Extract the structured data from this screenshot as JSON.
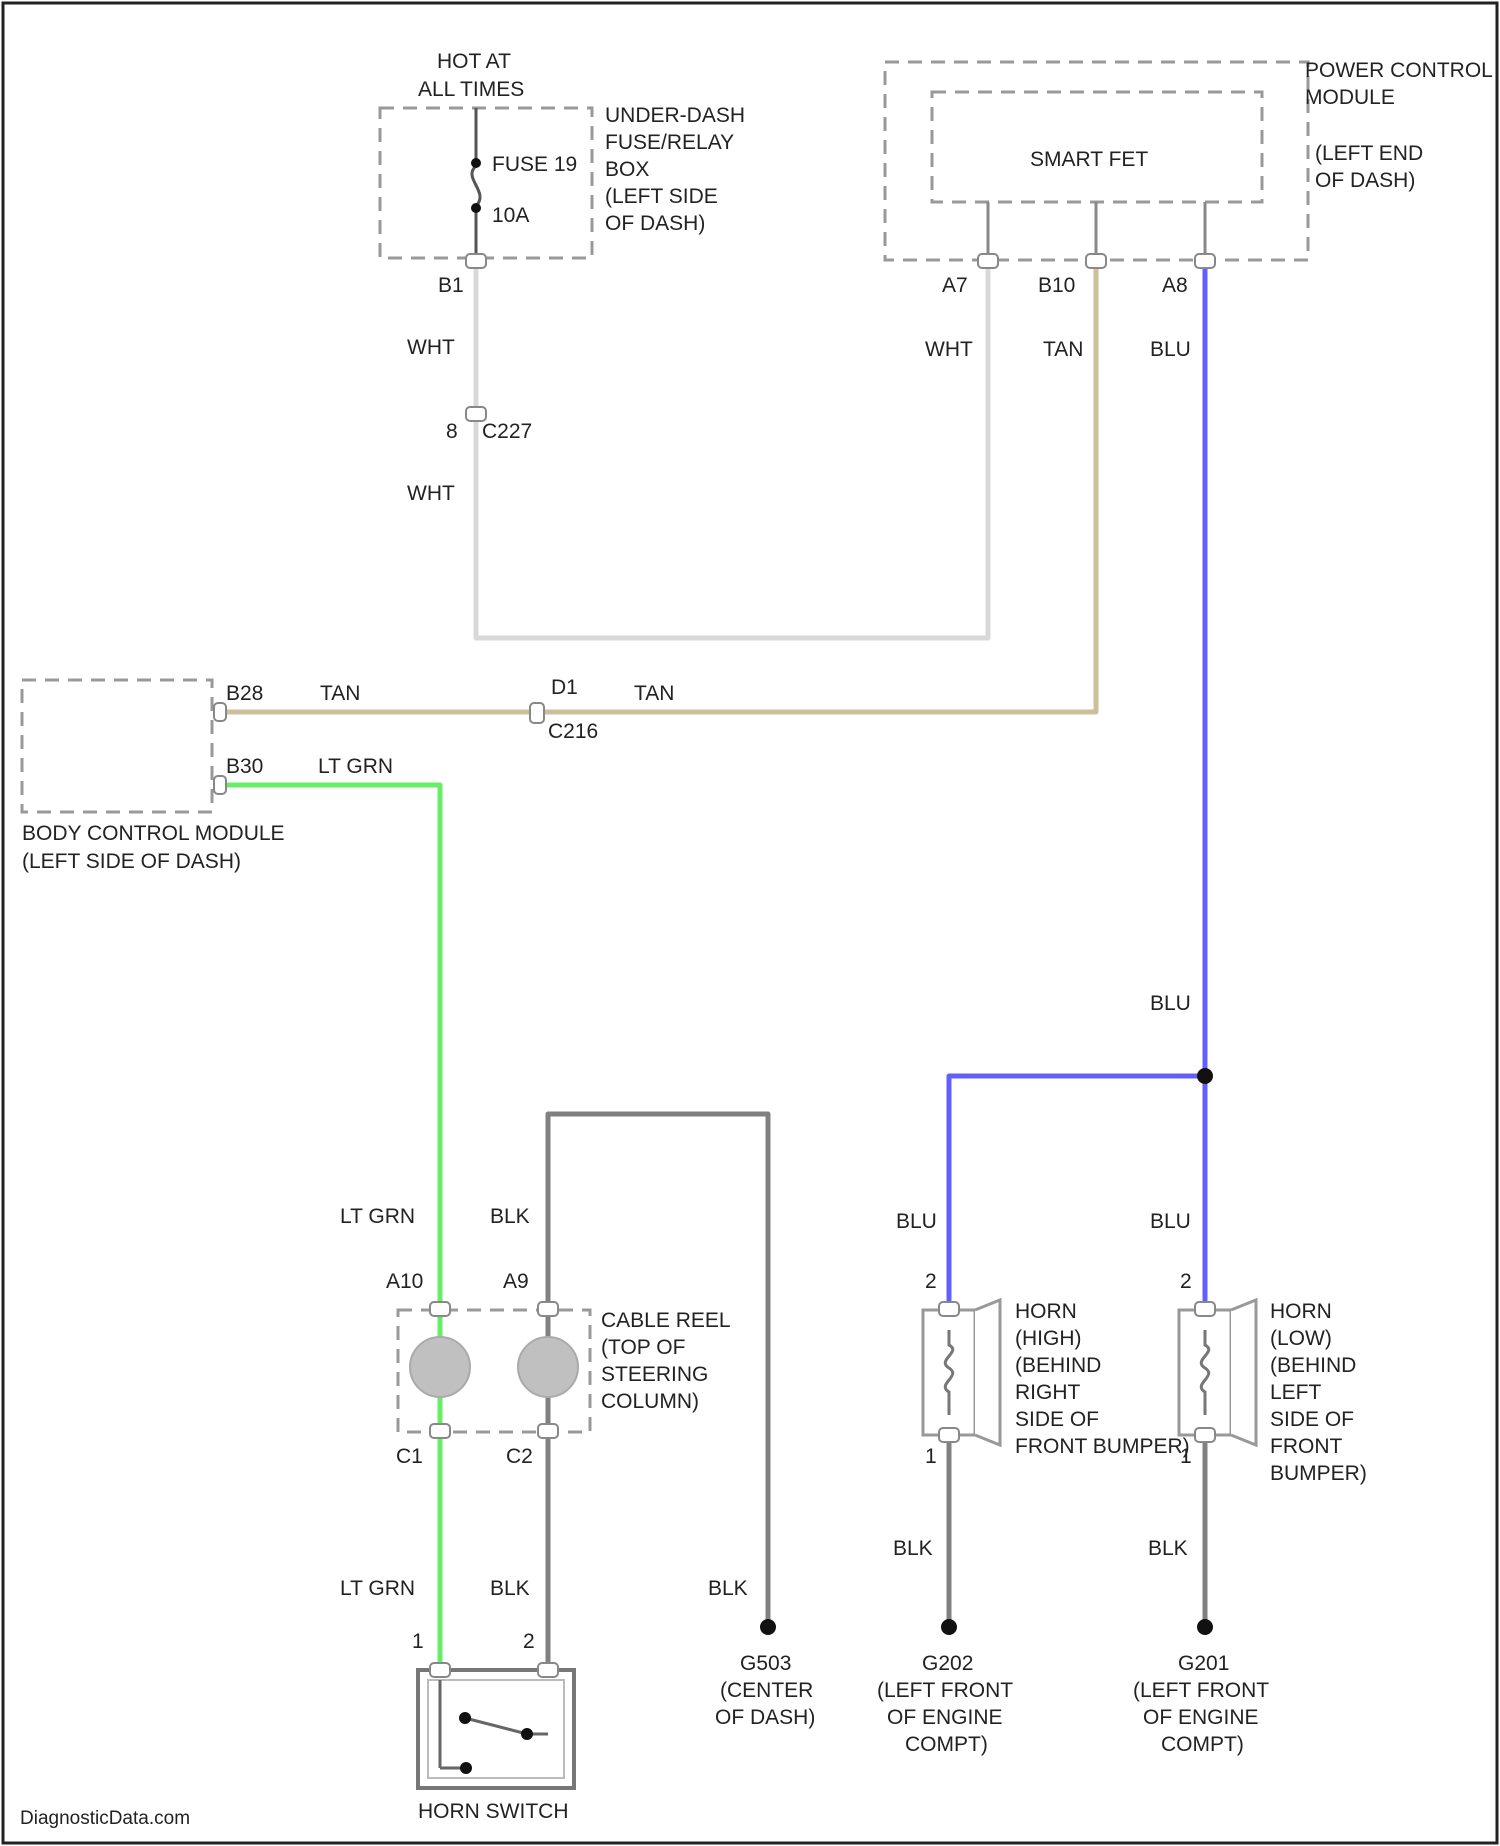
{
  "colors": {
    "wht": "#d8d8d8",
    "tan": "#cdbf9a",
    "blu": "#6060ff",
    "ltgrn": "#66ee66",
    "blk": "#808080",
    "box": "#999999"
  },
  "fuse_box": {
    "hot_label": [
      "HOT AT",
      "ALL TIMES"
    ],
    "fuse_label": [
      "FUSE 19",
      "10A"
    ],
    "location": [
      "UNDER-DASH",
      "FUSE/RELAY",
      "BOX",
      "(LEFT SIDE",
      "OF DASH)"
    ],
    "pin": "B1"
  },
  "pcm": {
    "title": [
      "POWER CONTROL",
      "MODULE"
    ],
    "location": [
      "(LEFT END",
      "OF DASH)"
    ],
    "inner_label": "SMART FET",
    "pins": [
      "A7",
      "B10",
      "A8"
    ]
  },
  "connector_c227": {
    "pin": "8",
    "name": "C227"
  },
  "connector_c216": {
    "pin": "D1",
    "name": "C216"
  },
  "bcm": {
    "label": [
      "BODY CONTROL MODULE",
      "(LEFT SIDE OF DASH)"
    ],
    "pins": [
      "B28",
      "B30"
    ]
  },
  "cable_reel": {
    "label": [
      "CABLE REEL",
      "(TOP OF",
      "STEERING",
      "COLUMN)"
    ],
    "top_pins": [
      "A10",
      "A9"
    ],
    "bottom_pins": [
      "C1",
      "C2"
    ]
  },
  "horn_switch": {
    "label": "HORN SWITCH",
    "pins": [
      "1",
      "2"
    ]
  },
  "horn_high": {
    "label": [
      "HORN",
      "(HIGH)",
      "(BEHIND",
      "RIGHT",
      "SIDE OF",
      "FRONT BUMPER)"
    ],
    "pins": [
      "2",
      "1"
    ]
  },
  "horn_low": {
    "label": [
      "HORN",
      "(LOW)",
      "(BEHIND",
      "LEFT",
      "SIDE OF",
      "FRONT",
      "BUMPER)"
    ],
    "pins": [
      "2",
      "1"
    ]
  },
  "grounds": {
    "g503": [
      "G503",
      "(CENTER",
      "OF DASH)"
    ],
    "g202": [
      "G202",
      "(LEFT FRONT",
      "OF ENGINE",
      "COMPT)"
    ],
    "g201": [
      "G201",
      "(LEFT FRONT",
      "OF ENGINE",
      "COMPT)"
    ]
  },
  "wire_labels": {
    "wht_1": "WHT",
    "wht_2": "WHT",
    "wht_3": "WHT",
    "tan_1": "TAN",
    "tan_2": "TAN",
    "tan_3": "TAN",
    "blu_1": "BLU",
    "blu_2": "BLU",
    "blu_3": "BLU",
    "blu_4": "BLU",
    "ltgrn_1": "LT GRN",
    "ltgrn_2": "LT GRN",
    "ltgrn_3": "LT GRN",
    "blk_1": "BLK",
    "blk_2": "BLK",
    "blk_3": "BLK",
    "blk_4": "BLK",
    "blk_5": "BLK"
  },
  "watermark": "DiagnosticData.com"
}
